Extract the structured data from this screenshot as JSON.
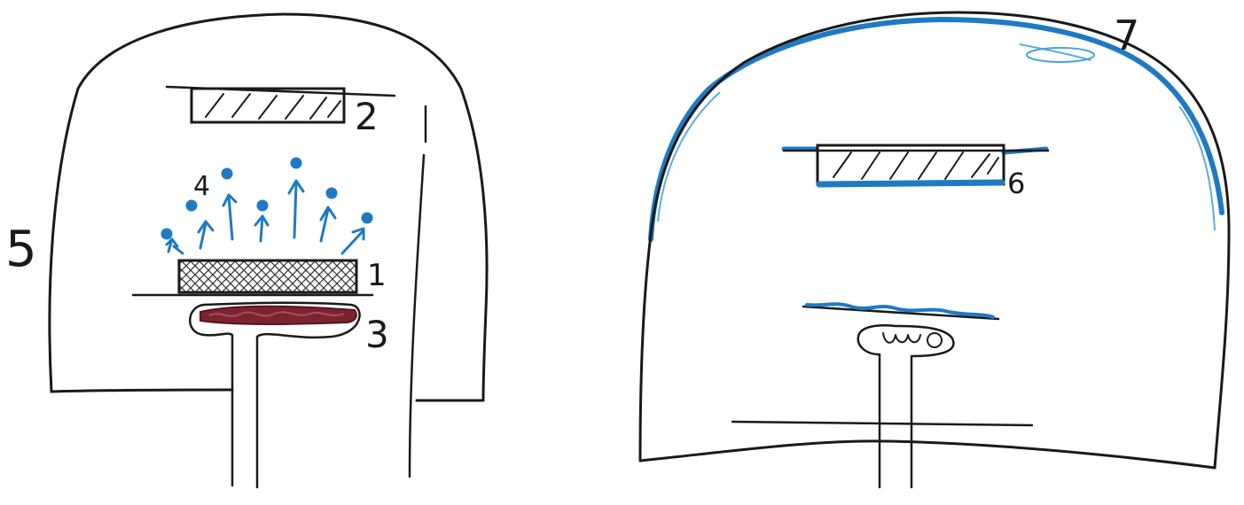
{
  "colors": {
    "ink": "#1a1a1a",
    "blue": "#1f7ac4",
    "heater": "#7a2430",
    "hatch": "#222222"
  },
  "left_figure": {
    "labels": {
      "emitter": "1",
      "collector": "2",
      "heater": "3",
      "particles": "4",
      "enclosure": "5"
    }
  },
  "right_figure": {
    "labels": {
      "collector": "6",
      "deposit": "7"
    }
  }
}
